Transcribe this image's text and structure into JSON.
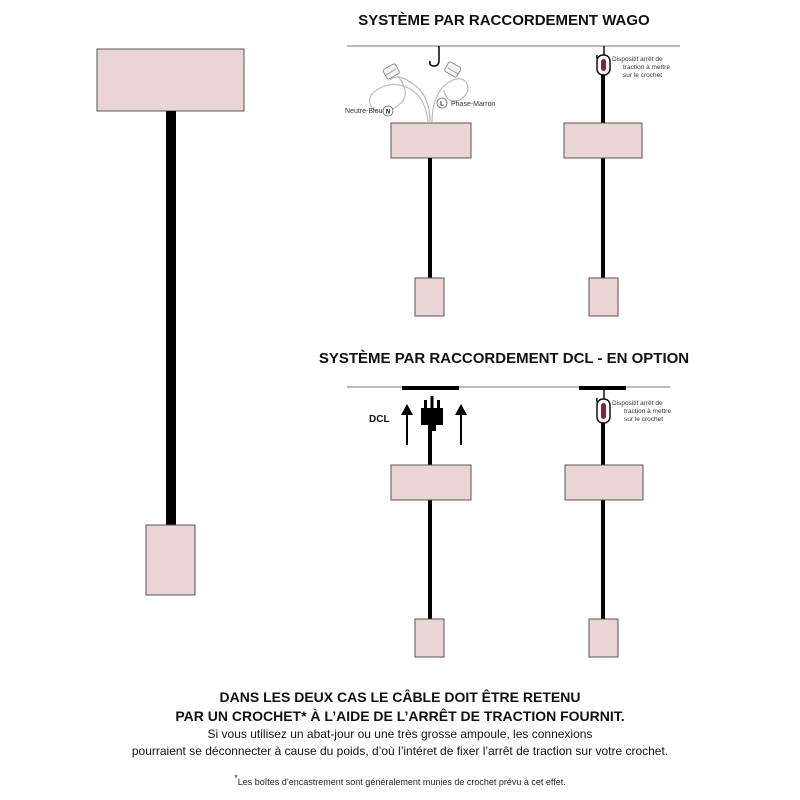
{
  "wago_section": {
    "title": "SYSTÈME PAR RACCORDEMENT WAGO",
    "neutral_label": "Neutre-Bleu",
    "neutral_letter": "N",
    "phase_label": "Phase-Marron",
    "phase_letter": "L",
    "strain_relief_note": [
      "Dispositif arrêt de",
      "traction à mettre",
      "sur le crochet"
    ]
  },
  "dcl_section": {
    "title": "SYSTÈME PAR RACCORDEMENT DCL - EN OPTION",
    "dcl_label": "DCL",
    "strain_relief_note": [
      "Dispositif arrêt de",
      "traction à mettre",
      "sur le crochet"
    ]
  },
  "caption": {
    "bold_lines": [
      "DANS LES DEUX CAS LE CÂBLE DOIT ÊTRE RETENU",
      "PAR UN CROCHET* À L’AIDE DE L’ARRÊT DE TRACTION FOURNIT."
    ],
    "normal_lines": [
      "Si vous utilisez un abat-jour ou une très grosse ampoule, les connexions",
      "pourraient se déconnecter à cause du poids,  d’où l’intéret de fixer l’arrêt de traction sur votre crochet."
    ]
  },
  "footnote": {
    "star": "*",
    "text": "Les boîtes d’encastrement sont généralement munies de crochet prévu à cet effet."
  },
  "colors": {
    "box_fill": "#ead4d6",
    "cable": "#000000",
    "ceiling_line": "#777777"
  }
}
